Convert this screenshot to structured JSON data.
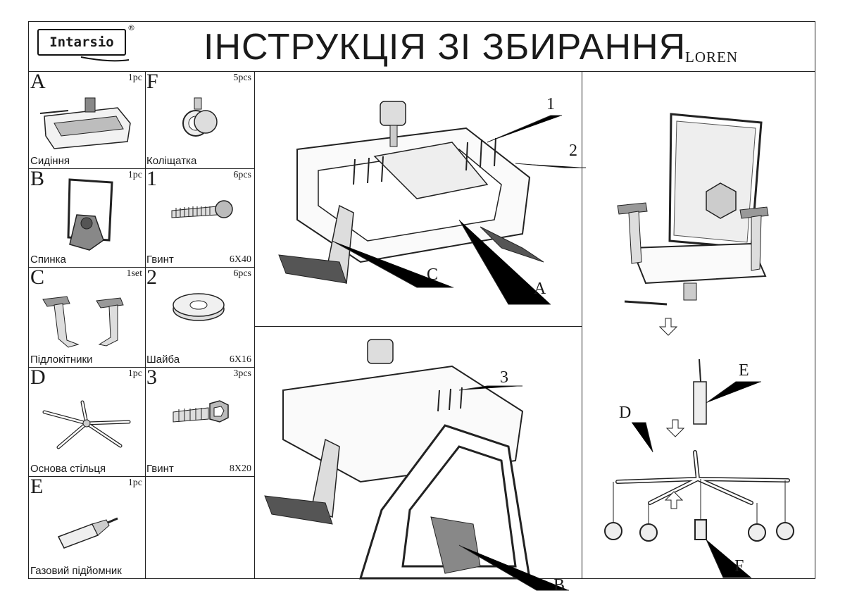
{
  "header": {
    "logo_text": "Intarsio",
    "registered_mark": "®",
    "title": "ІНСТРУКЦІЯ ЗІ ЗБИРАННЯ",
    "model": "LOREN"
  },
  "parts": [
    {
      "letter": "A",
      "qty": "1pc",
      "name": "Сидіння",
      "size": "",
      "icon": "seat-icon"
    },
    {
      "letter": "F",
      "qty": "5pcs",
      "name": "Коліщатка",
      "size": "",
      "icon": "caster-icon"
    },
    {
      "letter": "B",
      "qty": "1pc",
      "name": "Спинка",
      "size": "",
      "icon": "backrest-icon"
    },
    {
      "letter": "1",
      "qty": "6pcs",
      "name": "Гвинт",
      "size": "6X40",
      "icon": "long-screw-icon"
    },
    {
      "letter": "C",
      "qty": "1set",
      "name": "Підлокітники",
      "size": "",
      "icon": "armrests-icon"
    },
    {
      "letter": "2",
      "qty": "6pcs",
      "name": "Шайба",
      "size": "6X16",
      "icon": "washer-icon"
    },
    {
      "letter": "D",
      "qty": "1pc",
      "name": "Основа стільця",
      "size": "",
      "icon": "chair-base-icon"
    },
    {
      "letter": "3",
      "qty": "3pcs",
      "name": "Гвинт",
      "size": "8X20",
      "icon": "short-screw-icon"
    },
    {
      "letter": "E",
      "qty": "1pc",
      "name": "Газовий підйомник",
      "size": "",
      "icon": "gas-lift-icon"
    }
  ],
  "step1": {
    "callouts": [
      "1",
      "2",
      "C",
      "A"
    ]
  },
  "step2": {
    "callouts": [
      "3",
      "B"
    ]
  },
  "step3": {
    "callouts": [
      "E",
      "D",
      "F"
    ]
  }
}
